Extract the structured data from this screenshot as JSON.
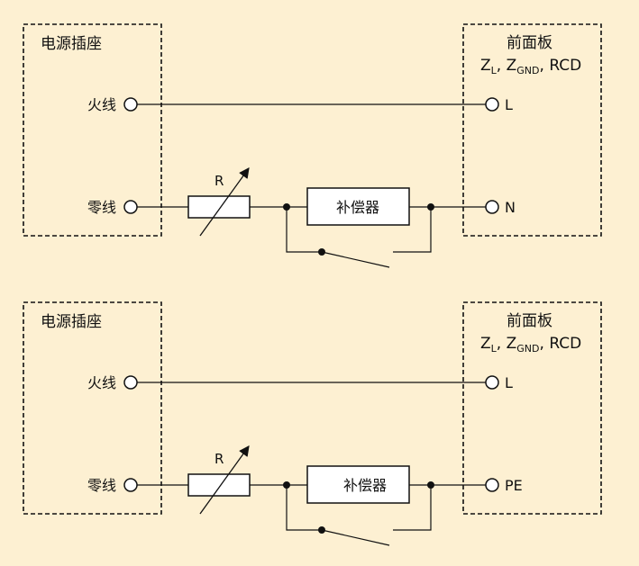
{
  "colors": {
    "background": "#fdf0d2",
    "line": "#111111",
    "component_fill": "#ffffff"
  },
  "panels": [
    {
      "socket_label": "电源插座",
      "front_panel_label": "前面板",
      "front_panel_values": {
        "z1": "Z",
        "z1_sub": "L",
        "sep1": ", ",
        "z2": "Z",
        "z2_sub": "GND",
        "sep2": ", ",
        "rcd": "RCD"
      },
      "live_label": "火线",
      "neutral_label": "零线",
      "resistor_label": "R",
      "compensator_label": "补偿器",
      "terminal_top": "L",
      "terminal_bottom": "N"
    },
    {
      "socket_label": "电源插座",
      "front_panel_label": "前面板",
      "front_panel_values": {
        "z1": "Z",
        "z1_sub": "L",
        "sep1": ", ",
        "z2": "Z",
        "z2_sub": "GND",
        "sep2": ", ",
        "rcd": "RCD"
      },
      "live_label": "火线",
      "neutral_label": "零线",
      "resistor_label": "R",
      "compensator_label": "补偿器",
      "terminal_top": "L",
      "terminal_bottom": "PE"
    }
  ]
}
